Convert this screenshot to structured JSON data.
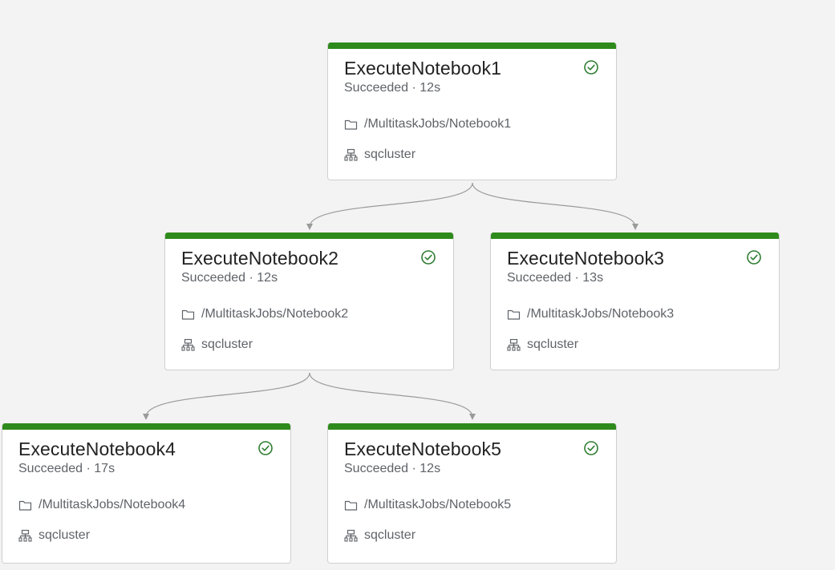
{
  "colors": {
    "background": "#f3f3f3",
    "success_bar": "#2f8a1c",
    "success_icon": "#2e7d32",
    "edge": "#9a9a9a"
  },
  "tasks": [
    {
      "name": "ExecuteNotebook1",
      "status": "Succeeded · 12s",
      "path": "/MultitaskJobs/Notebook1",
      "cluster": "sqcluster",
      "status_icon": "check-circle-icon",
      "path_icon": "folder-icon",
      "cluster_icon": "cluster-icon"
    },
    {
      "name": "ExecuteNotebook2",
      "status": "Succeeded · 12s",
      "path": "/MultitaskJobs/Notebook2",
      "cluster": "sqcluster",
      "status_icon": "check-circle-icon",
      "path_icon": "folder-icon",
      "cluster_icon": "cluster-icon"
    },
    {
      "name": "ExecuteNotebook3",
      "status": "Succeeded · 13s",
      "path": "/MultitaskJobs/Notebook3",
      "cluster": "sqcluster",
      "status_icon": "check-circle-icon",
      "path_icon": "folder-icon",
      "cluster_icon": "cluster-icon"
    },
    {
      "name": "ExecuteNotebook4",
      "status": "Succeeded · 17s",
      "path": "/MultitaskJobs/Notebook4",
      "cluster": "sqcluster",
      "status_icon": "check-circle-icon",
      "path_icon": "folder-icon",
      "cluster_icon": "cluster-icon"
    },
    {
      "name": "ExecuteNotebook5",
      "status": "Succeeded · 12s",
      "path": "/MultitaskJobs/Notebook5",
      "cluster": "sqcluster",
      "status_icon": "check-circle-icon",
      "path_icon": "folder-icon",
      "cluster_icon": "cluster-icon"
    }
  ],
  "dependencies": [
    {
      "from": "ExecuteNotebook1",
      "to": "ExecuteNotebook2"
    },
    {
      "from": "ExecuteNotebook1",
      "to": "ExecuteNotebook3"
    },
    {
      "from": "ExecuteNotebook2",
      "to": "ExecuteNotebook4"
    },
    {
      "from": "ExecuteNotebook2",
      "to": "ExecuteNotebook5"
    }
  ]
}
